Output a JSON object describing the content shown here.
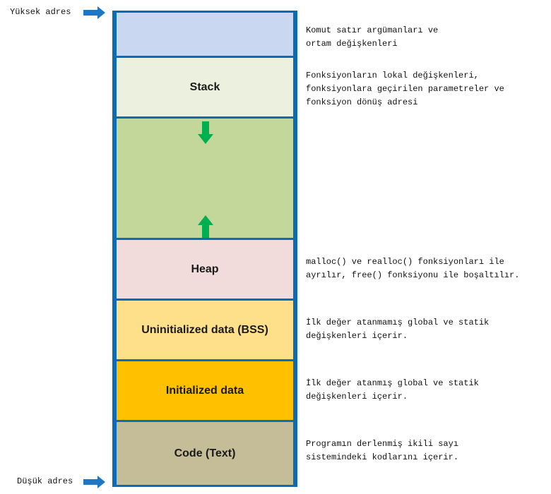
{
  "labels": {
    "high_address": "Yüksek adres",
    "low_address": "Düşük adres"
  },
  "segments": [
    {
      "label": "",
      "color": "#c9d8f0",
      "description": "Komut satır argümanları ve\nortam değişkenleri"
    },
    {
      "label": "Stack",
      "color": "#ebf1de",
      "description": "Fonksiyonların lokal değişkenleri,\nfonksiyonlara geçirilen parametreler ve\nfonksiyon dönüş adresi"
    },
    {
      "label": "",
      "color": "#c4d79b",
      "description": ""
    },
    {
      "label": "Heap",
      "color": "#f2dcdb",
      "description": "malloc() ve realloc() fonksiyonları ile\nayrılır, free() fonksiyonu ile boşaltılır."
    },
    {
      "label": "Uninitialized data (BSS)",
      "color": "#ffe08a",
      "description": "İlk değer atanmamış global ve statik\ndeğişkenleri içerir."
    },
    {
      "label": "Initialized data",
      "color": "#ffc000",
      "description": "İlk değer atanmış global ve statik\ndeğişkenleri içerir."
    },
    {
      "label": "Code (Text)",
      "color": "#c4bd97",
      "description": "Programın derlenmiş ikili sayı\nsistemindeki kodlarını içerir."
    }
  ],
  "colors": {
    "border": "#0b6bb5",
    "address_arrow": "#1f77c4",
    "growth_arrow": "#00b050"
  },
  "icons": {
    "address_arrow": "arrow-right-icon",
    "stack_growth": "arrow-down-icon",
    "heap_growth": "arrow-up-icon"
  }
}
